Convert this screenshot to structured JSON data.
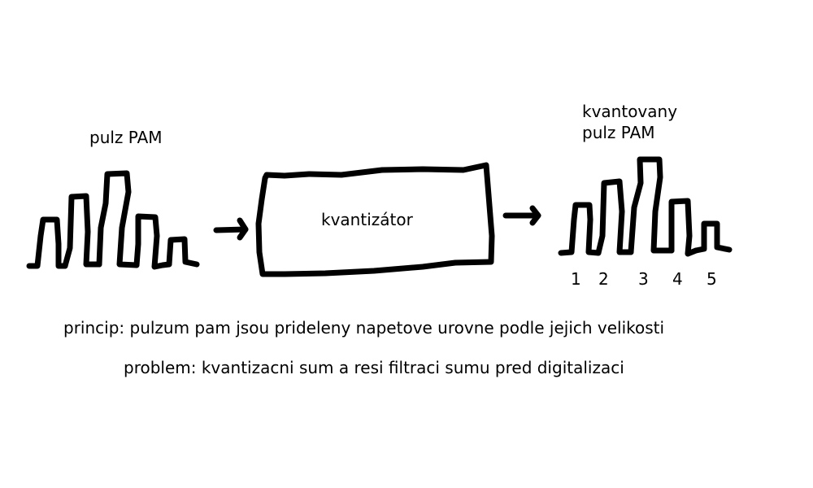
{
  "input_label": "pulz PAM",
  "block_label": "kvantizátor",
  "output_label": [
    "kvantovany",
    "pulz PAM"
  ],
  "level_numbers": [
    "1",
    "2",
    "3",
    "4",
    "5"
  ],
  "notes": {
    "principle": "princip: pulzum pam jsou prideleny napetove urovne podle jejich velikosti",
    "problem": "problem: kvantizacni sum a resi filtraci sumu pred digitalizaci"
  },
  "stroke_color": "#000000"
}
